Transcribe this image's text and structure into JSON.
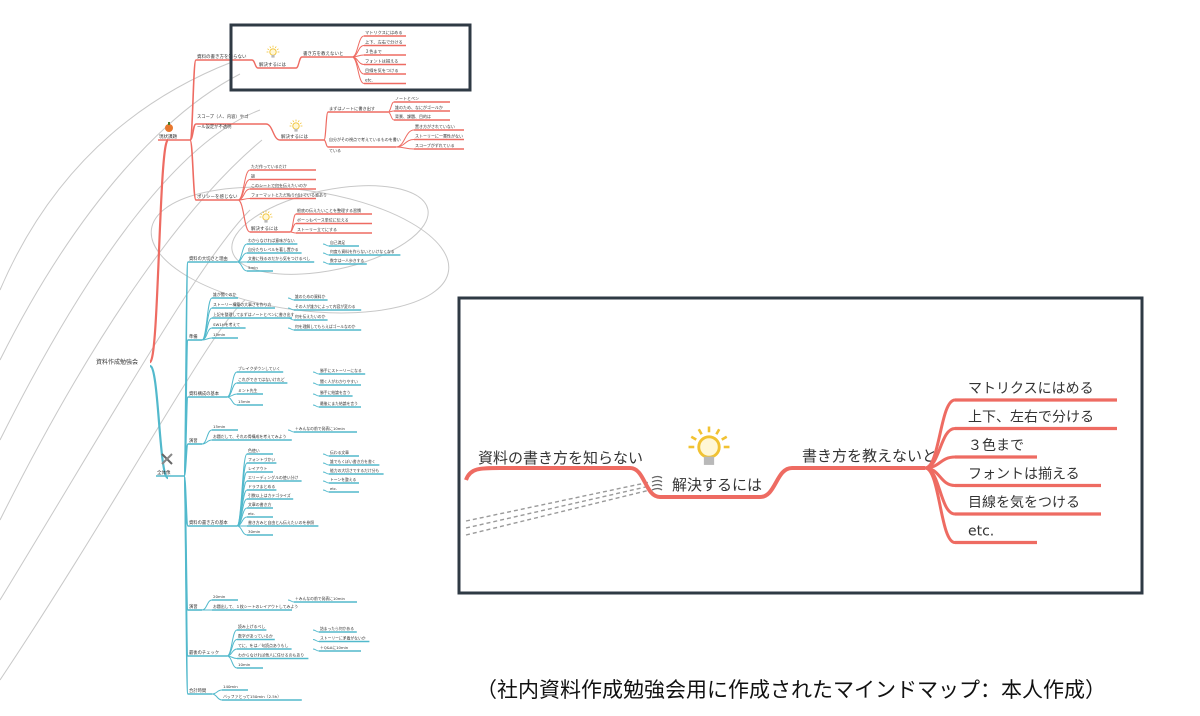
{
  "colors": {
    "red": "#ee6b62",
    "teal": "#52b9cc",
    "dark": "#2f3a44",
    "gray": "#c4c4c4",
    "bulb": "#f1c232"
  },
  "root": {
    "label": "資料作成勉強会"
  },
  "red_branch": {
    "icon": "pumpkin-icon",
    "label": "現状課題",
    "topic1": {
      "label": "資料の書き方を知らない",
      "sol_label": "解決するには",
      "mid_label": "書き方を教えないと",
      "leaves": [
        "マトリクスにはめる",
        "上下、左右で分ける",
        "３色まで",
        "フォントは揃える",
        "目線を気をつける",
        "etc."
      ]
    },
    "topic2": {
      "label": "スコープ（人、内容）やゴール設定が不透明",
      "sol_label": "解決するには",
      "sub1": {
        "label": "まずはノートに書き出す",
        "leaves": [
          "ノートとペン",
          "誰のため、なにがゴールか",
          "背景、課題、目的は"
        ]
      },
      "sub2": {
        "label": "自分がその視点で考えているものを書いている",
        "leaves": [
          "置き方がされていない",
          "ストーリーに一貫性がない",
          "スコープがずれている"
        ]
      }
    },
    "topic3": {
      "label": "ポリシーを感じない",
      "leaves": [
        "ただ作っているだけ",
        "謎",
        "このシートで何を伝えたいのか",
        "フォーマットとただ貼り付けている感あり"
      ],
      "sol_label": "解決するには",
      "sol_leaves": [
        "根底の伝えたいことを整理する習慣",
        "ボーっもペース単位に伝える",
        "ストーリー立てにする"
      ]
    }
  },
  "teal_branch": {
    "icon": "tools-icon",
    "label": "全体像",
    "sections": [
      {
        "label": "資料の大切さと理由",
        "items": [
          "わからなければ意味がない",
          "自分たちレベルを著し置かる",
          "文書に残るのだから気をつけるべし",
          "5min"
        ],
        "extras": [
          "自己満足",
          "何度も資料を作らないといけなくなる",
          "数字は一人歩きする"
        ]
      },
      {
        "label": "準備",
        "items": [
          "誰が聞くのか",
          "ストーリー構築の大事さを作り方",
          "上記を整理してまずはノートとペンに書き出す",
          "SW1Hを考えて",
          "15min"
        ],
        "extras": [
          "誰のための資料か",
          "その人が誰かによって内容が変わる",
          "何を伝えたいのか",
          "何を理解してもらえばゴールなのか"
        ]
      },
      {
        "label": "資料構成の基本",
        "items": [
          "ブレイクダウンしていく",
          "これができてはないけれど",
          "ミント先生",
          "15min"
        ],
        "extras": [
          "勝手にストーリーになる",
          "聞く人がわかりやすい",
          "勝手に結論を言う",
          "最後にまた結論を言う"
        ]
      },
      {
        "label": "演習",
        "items": [
          "15min",
          "お題だして、それの骨構成を考えてみよう"
        ],
        "extras": [
          "＋みんなの前で発表に10min"
        ]
      },
      {
        "label": "資料の書き方の基本",
        "items": [
          "色使い",
          "フォントづかい",
          "レイアウト",
          "エリーディングルの使い分け",
          "ドラフまとめる",
          "引数以上はカテゴライズ",
          "文章の書き方",
          "etc.",
          "書き方みと自由とん伝えたいのを参照",
          "30min"
        ],
        "extras": [
          "伝わる文章",
          "誰でもくぼい書き方を書く",
          "能力の大切さでするだけ分も",
          "トーンを整える",
          "etc."
        ]
      },
      {
        "label": "演習",
        "items": [
          "20min",
          "お題出して、１枚シートのレイアウトしてみよう"
        ],
        "extras": [
          "＋みんなの前で発表に10min"
        ]
      },
      {
        "label": "最後のチェック",
        "items": [
          "読み上げるべし",
          "数字があっているか",
          "てに、をは／句読点あうもし",
          "わからなければ他人に任せるのもあり",
          "10min"
        ],
        "extras": [
          "詰まったら何かある",
          "ストーリーに矛盾がないか",
          "＋Q&Aに10min"
        ]
      },
      {
        "label": "合計時間",
        "items": [
          "140min",
          "バッファとって150min（2.5h）"
        ],
        "extras": []
      }
    ]
  },
  "zoom": {
    "topic": "資料の書き方を知らない",
    "sol_label": "解決するには",
    "mid_label": "書き方を教えないと",
    "leaves": [
      "マトリクスにはめる",
      "上下、左右で分ける",
      "３色まで",
      "フォントは揃える",
      "目線を気をつける",
      "etc."
    ]
  },
  "caption": "（社内資料作成勉強会用に作成されたマインドマップ：本人作成）"
}
